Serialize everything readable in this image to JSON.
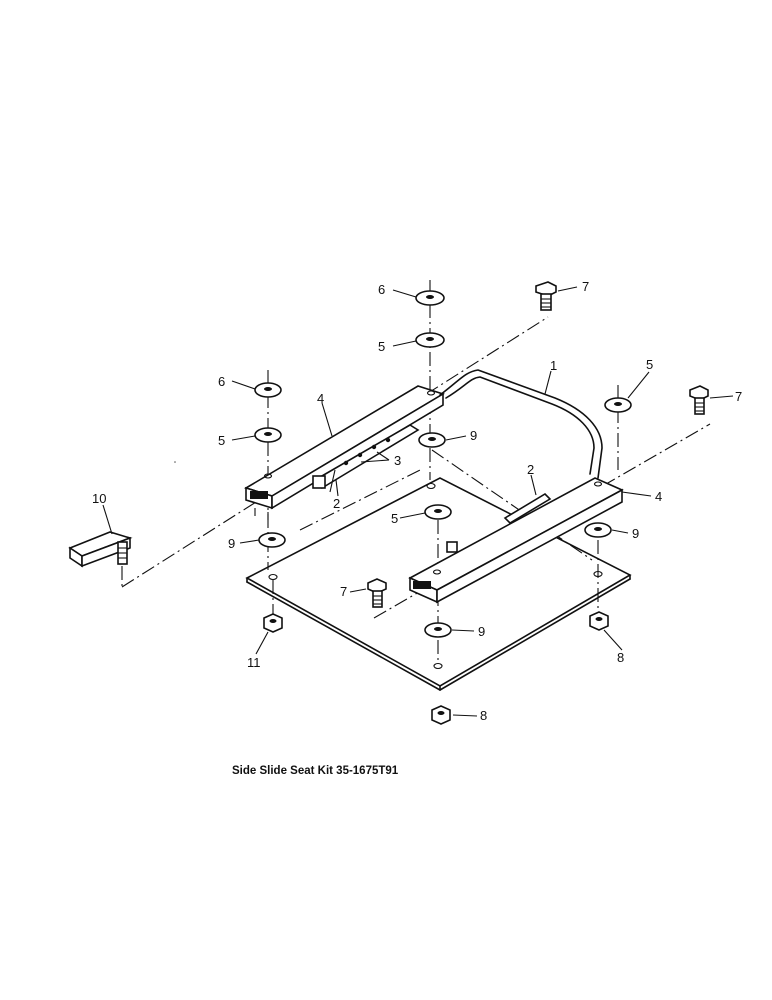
{
  "caption": "Side Slide Seat Kit 35-1675T91",
  "callouts": {
    "c1": "1",
    "c2a": "2",
    "c2b": "2",
    "c3": "3",
    "c4a": "4",
    "c4b": "4",
    "c5a": "5",
    "c5b": "5",
    "c5c": "5",
    "c5d": "5",
    "c6a": "6",
    "c6b": "6",
    "c7a": "7",
    "c7b": "7",
    "c7c": "7",
    "c8a": "8",
    "c8b": "8",
    "c9a": "9",
    "c9b": "9",
    "c9c": "9",
    "c9d": "9",
    "c10": "10",
    "c11": "11"
  }
}
